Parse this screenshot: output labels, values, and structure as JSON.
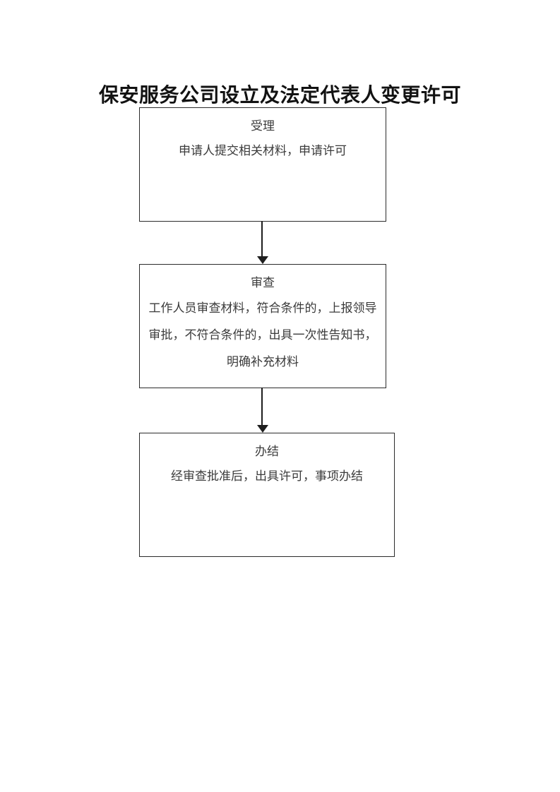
{
  "document": {
    "title": "保安服务公司设立及法定代表人变更许可"
  },
  "flow": {
    "type": "vertical-flowchart",
    "steps": [
      {
        "id": "step-acceptance",
        "heading": "受理",
        "body": "申请人提交相关材料，申请许可"
      },
      {
        "id": "step-review",
        "heading": "审查",
        "body": "工作人员审查材料，符合条件的，上报领导审批，不符合条件的，出具一次性告知书，明确补充材料"
      },
      {
        "id": "step-completion",
        "heading": "办结",
        "body": "经审查批准后，出具许可，事项办结"
      }
    ],
    "connectors": [
      {
        "id": "connector-1",
        "from": "step-acceptance",
        "to": "step-review",
        "arrow": "down-arrow-icon"
      },
      {
        "id": "connector-2",
        "from": "step-review",
        "to": "step-completion",
        "arrow": "down-arrow-icon"
      }
    ]
  },
  "colors": {
    "page_background": "#ffffff",
    "title_text": "#121212",
    "box_border": "#2b2b2b",
    "box_text": "#3b3b3b",
    "connector": "#1e1e1e"
  }
}
